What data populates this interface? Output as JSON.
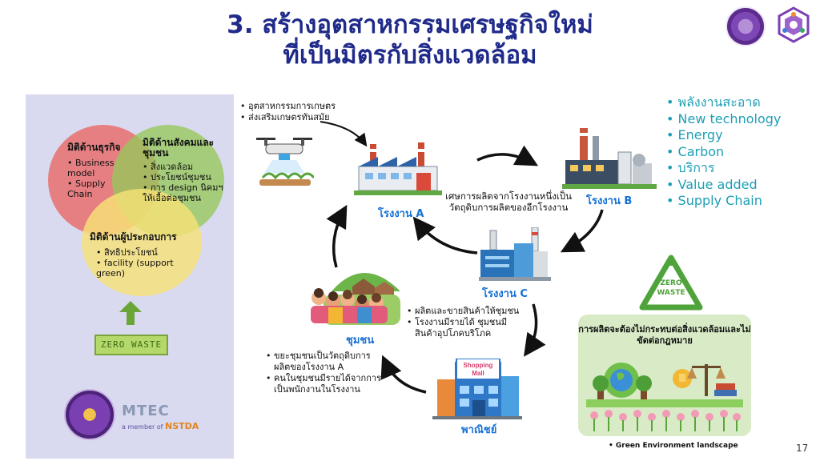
{
  "title": {
    "line1": "3. สร้างอุตสาหกรรมเศรษฐกิจใหม่",
    "line2": "ที่เป็นมิตรกับสิ่งแวดล้อม"
  },
  "venn": {
    "business": {
      "heading": "มิติด้านธุรกิจ",
      "items": [
        "Business model",
        "Supply Chain"
      ]
    },
    "social": {
      "heading": "มิติด้านสังคมและชุมชน",
      "items": [
        "สิ่งแวดล้อม",
        "ประโยชน์ชุมชน",
        "การ design นิคมฯ ให้เอื้อต่อชุมชน"
      ]
    },
    "operator": {
      "heading": "มิติด้านผู้ประกอบการ",
      "items": [
        "สิทธิประโยชน์",
        "facility (support green)"
      ]
    }
  },
  "zero_waste_banner": "ZERO WASTE",
  "logos": {
    "mtec": "MTEC",
    "nstda_prefix": "a member of",
    "nstda": "NSTDA"
  },
  "agri": {
    "items": [
      "อุตสาหกรรมการเกษตร",
      "ส่งเสริมเกษตรทันสมัย"
    ]
  },
  "factory_a": "โรงงาน A",
  "factory_b": "โรงงาน B",
  "factory_c": "โรงงาน C",
  "community": "ชุมชน",
  "commerce": "พาณิชย์",
  "shopping_sign": [
    "Shopping",
    "Mall"
  ],
  "waste_text": "เศษการผลิตจากโรงงานหนึ่งเป็นวัตถุดิบการผลิตของอีกโรงงาน",
  "c_to_community": [
    "ผลิตและขายสินค้าให้ชุมชน",
    "โรงงานมีรายได้ ชุมชนมีสินค้าอุปโภคบริโภค"
  ],
  "community_notes": [
    "ขยะชุมชนเป็นวัตถุดิบการผลิตของโรงงาน A",
    "คนในชุมชนมีรายได้จากการเป็นพนักงานในโรงงาน"
  ],
  "right_list": [
    "พลังงานสะอาด",
    "New technology",
    "Energy",
    "Carbon",
    "บริการ",
    "Value added",
    "Supply Chain"
  ],
  "zero_waste_logo": [
    "ZERO",
    "WASTE"
  ],
  "green_box_title": "การผลิตจะต้องไม่กระทบต่อสิ่งแวดล้อมและไม่ขัดต่อกฎหมาย",
  "caption": "• Green Environment  landscape",
  "page_number": "17",
  "colors": {
    "title": "#1f2a8a",
    "accent_blue": "#1570d6",
    "list_teal": "#1e9fb5",
    "panel": "#d9daf0",
    "green_box": "#d8ebc6"
  }
}
